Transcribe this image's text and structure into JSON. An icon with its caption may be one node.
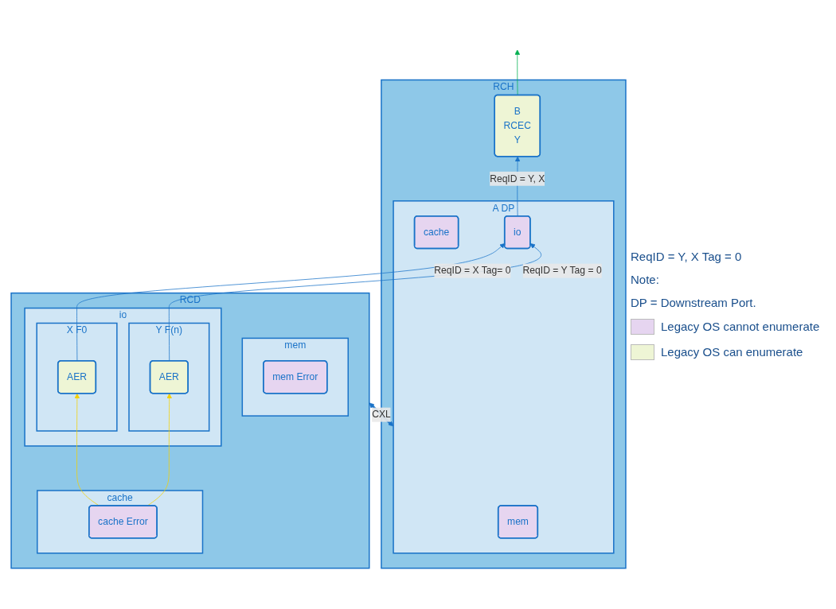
{
  "diagram": {
    "nodes": [
      {
        "text": [
          "RCH"
        ]
      },
      {
        "text": [
          "A",
          "DP"
        ],
        "in": 0
      },
      {
        "text": [
          "mem"
        ],
        "in": 1
      },
      {
        "text": [
          "cache"
        ],
        "in": 1
      },
      {
        "text": [
          "io"
        ],
        "in": 1
      },
      {
        "text": [
          "B",
          "RCEC",
          "Y"
        ],
        "in": 0
      },
      {
        "text": [
          "RCD"
        ]
      },
      {
        "text": [
          "mem"
        ],
        "in": 6
      },
      {
        "text": [
          "mem Error"
        ],
        "in": 7
      },
      {
        "text": [
          "cache"
        ],
        "in": 6
      },
      {
        "text": [
          "cache Error"
        ],
        "in": 9
      },
      {
        "text": [
          "io"
        ],
        "in": 6
      },
      {
        "text": [
          "X",
          "F0"
        ],
        "in": 11
      },
      {
        "text": [
          "AER"
        ],
        "in": 12
      },
      {
        "text": [
          "Y",
          "F(n)"
        ],
        "in": 11
      },
      {
        "text": [
          "AER"
        ],
        "in": 14
      }
    ],
    "edges": [
      {
        "from": 4,
        "to": 5,
        "arrow": "to",
        "label": "ReqID = Y, X"
      },
      {
        "from": 5,
        "to": null,
        "arrow": "to",
        "color": "#00b050"
      },
      {
        "from": 1,
        "to": 6,
        "arrow": "both",
        "style": "thick",
        "label": "CXL"
      },
      {
        "from": 13,
        "to": 4,
        "arrow": "to",
        "label": "ReqID = X Tag= 0"
      },
      {
        "from": 15,
        "to": 4,
        "arrow": "to",
        "label": "ReqID = Y Tag = 0"
      },
      {
        "from": 10,
        "to": 13,
        "arrow": "to",
        "color": "#f5d000"
      },
      {
        "from": 10,
        "to": 15,
        "arrow": "to",
        "color": "#f5d000"
      }
    ],
    "labels": [
      "ReqID = Y, X Tag = 0",
      "Note:",
      "DP = Downstream Port."
    ],
    "legend": [
      {
        "text": "Legacy OS cannot enumerate",
        "color": "#e6d5f0"
      },
      {
        "text": "Legacy OS can enumerate",
        "color": "#eef5d5"
      }
    ]
  }
}
